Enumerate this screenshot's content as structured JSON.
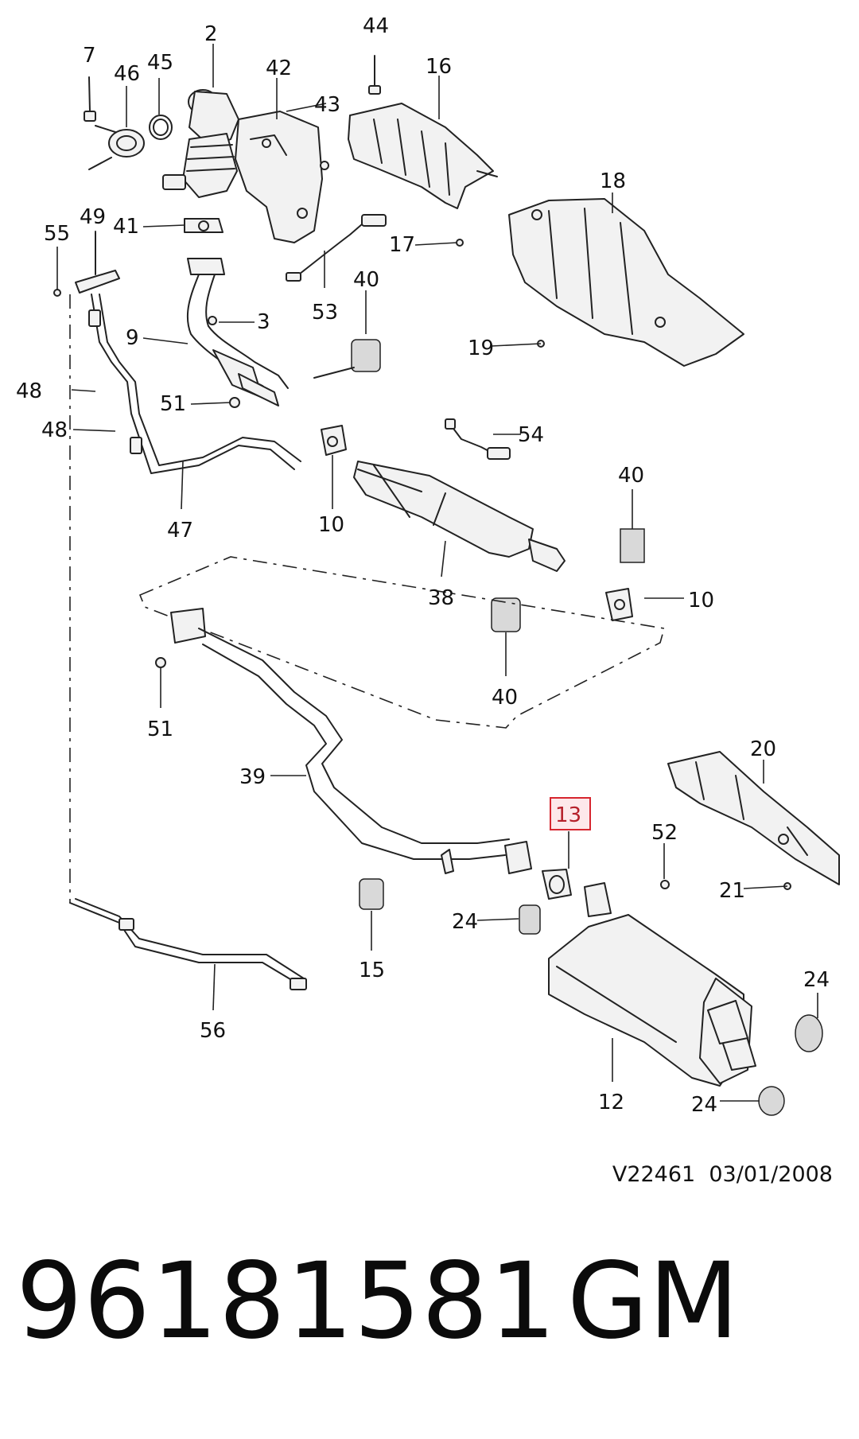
{
  "diagram": {
    "callouts": [
      {
        "id": "c2",
        "text": "2"
      },
      {
        "id": "c7",
        "text": "7"
      },
      {
        "id": "c46",
        "text": "46"
      },
      {
        "id": "c45",
        "text": "45"
      },
      {
        "id": "c42",
        "text": "42"
      },
      {
        "id": "c44",
        "text": "44"
      },
      {
        "id": "c16",
        "text": "16"
      },
      {
        "id": "c43",
        "text": "43"
      },
      {
        "id": "c18",
        "text": "18"
      },
      {
        "id": "c49",
        "text": "49"
      },
      {
        "id": "c41",
        "text": "41"
      },
      {
        "id": "c55",
        "text": "55"
      },
      {
        "id": "c17",
        "text": "17"
      },
      {
        "id": "c40a",
        "text": "40"
      },
      {
        "id": "c3",
        "text": "3"
      },
      {
        "id": "c53",
        "text": "53"
      },
      {
        "id": "c9",
        "text": "9"
      },
      {
        "id": "c19",
        "text": "19"
      },
      {
        "id": "c48a",
        "text": "48"
      },
      {
        "id": "c51a",
        "text": "51"
      },
      {
        "id": "c48b",
        "text": "48"
      },
      {
        "id": "c54",
        "text": "54"
      },
      {
        "id": "c40b",
        "text": "40"
      },
      {
        "id": "c47",
        "text": "47"
      },
      {
        "id": "c10a",
        "text": "10"
      },
      {
        "id": "c38",
        "text": "38"
      },
      {
        "id": "c10b",
        "text": "10"
      },
      {
        "id": "c40c",
        "text": "40"
      },
      {
        "id": "c51b",
        "text": "51"
      },
      {
        "id": "c20",
        "text": "20"
      },
      {
        "id": "c39",
        "text": "39"
      },
      {
        "id": "c13",
        "text": "13"
      },
      {
        "id": "c52",
        "text": "52"
      },
      {
        "id": "c21",
        "text": "21"
      },
      {
        "id": "c24a",
        "text": "24"
      },
      {
        "id": "c15",
        "text": "15"
      },
      {
        "id": "c24b",
        "text": "24"
      },
      {
        "id": "c56",
        "text": "56"
      },
      {
        "id": "c12",
        "text": "12"
      },
      {
        "id": "c24c",
        "text": "24"
      }
    ],
    "highlighted_callout": "13",
    "highlight_color": "#d7262f",
    "reference": "V22461  03/01/2008"
  },
  "product": {
    "part_number": "96181581",
    "brand": "GM"
  }
}
